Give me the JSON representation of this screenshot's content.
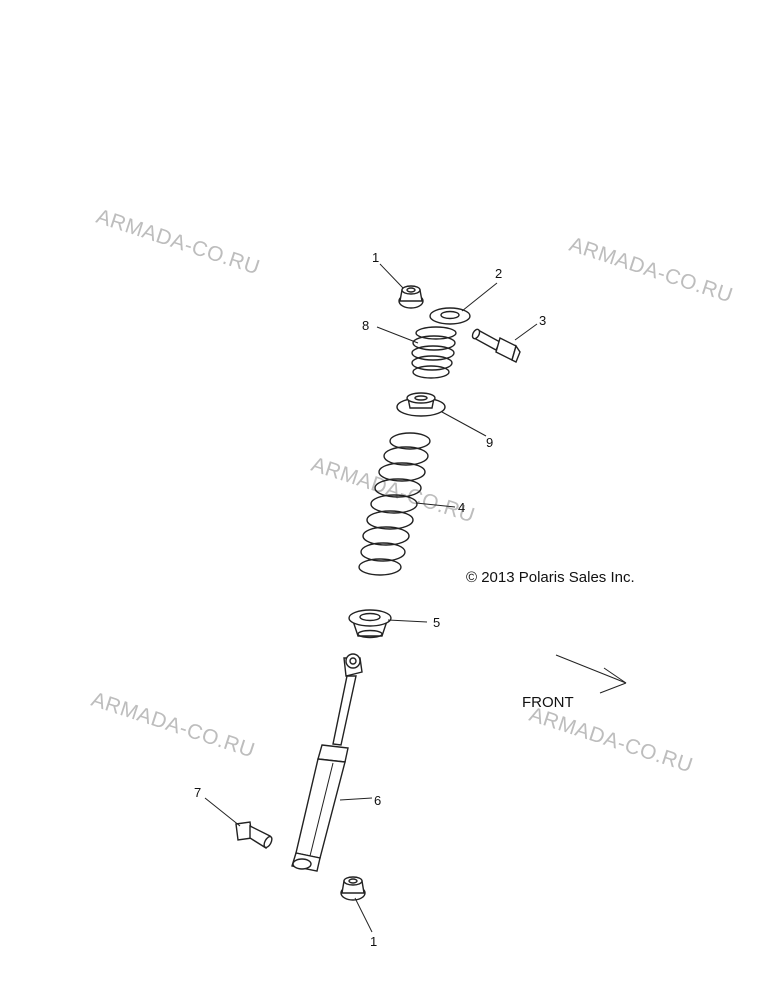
{
  "copyright": "© 2013 Polaris Sales Inc.",
  "direction_label": "FRONT",
  "watermarks": [
    "ARMADA-CO.RU",
    "ARMADA-CO.RU",
    "ARMADA-CO.RU",
    "ARMADA-CO.RU",
    "ARMADA-CO.RU"
  ],
  "callouts": {
    "nut_top": "1",
    "washer": "2",
    "bolt_top": "3",
    "main_spring": "4",
    "lower_seat": "5",
    "shock_absorber": "6",
    "bolt_bottom": "7",
    "tender_spring": "8",
    "spring_retainer": "9",
    "nut_bottom": "1"
  }
}
